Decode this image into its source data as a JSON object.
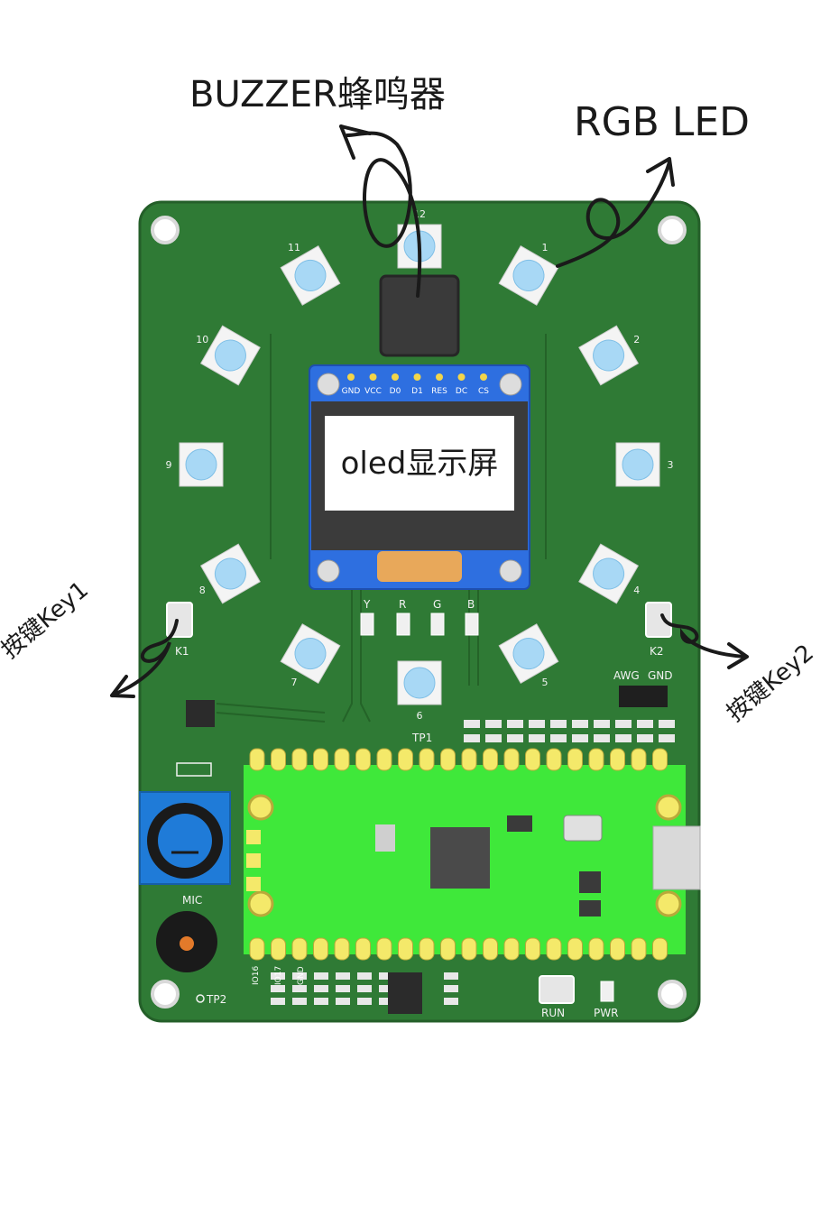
{
  "callouts": {
    "buzzer": "BUZZER蜂鸣器",
    "rgb_led": "RGB LED",
    "key1": "按键Key1",
    "key2": "按键Key2"
  },
  "oled": {
    "label": "oled显示屏",
    "pins": [
      "GND",
      "VCC",
      "D0",
      "D1",
      "RES",
      "DC",
      "CS"
    ]
  },
  "led_numbers": [
    "1",
    "2",
    "3",
    "4",
    "5",
    "6",
    "7",
    "8",
    "9",
    "10",
    "11",
    "12"
  ],
  "silk": {
    "k1": "K1",
    "k2": "K2",
    "y": "Y",
    "r": "R",
    "g": "G",
    "b": "B",
    "awg": "AWG",
    "gnd": "GND",
    "tp1": "TP1",
    "tp2": "TP2",
    "mic": "MIC",
    "run": "RUN",
    "pwr": "PWR",
    "io16": "IO16",
    "io17": "IO17",
    "gnd_pin": "GND"
  },
  "colors": {
    "pcb": "#2f7a35",
    "pico": "#3fe83a",
    "oled_frame": "#2e6fe0",
    "led_lens": "#a8d8f5"
  }
}
